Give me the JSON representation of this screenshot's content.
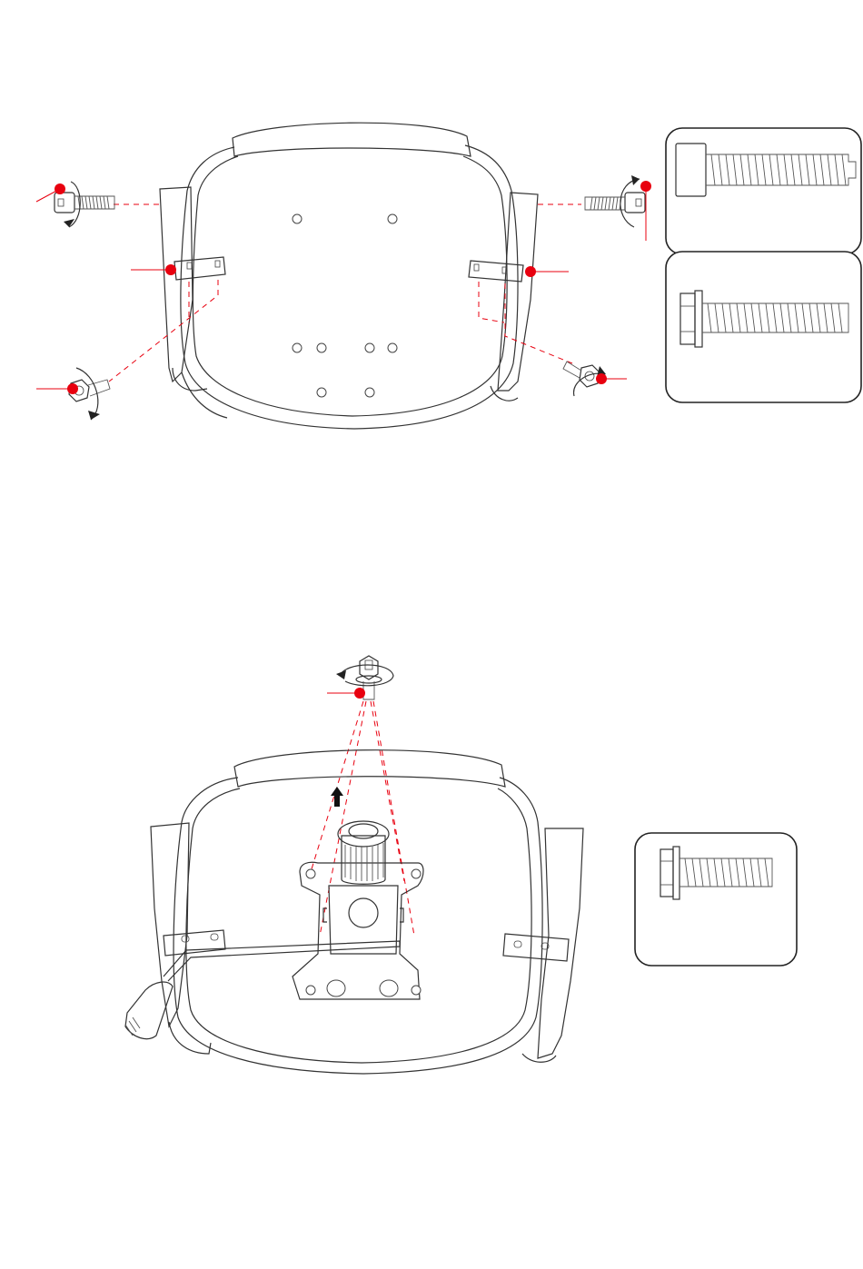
{
  "colors": {
    "marker": "#e8000f",
    "guide": "#e8000f",
    "line": "#333333",
    "arrow": "#111111",
    "background": "#ffffff"
  },
  "steps": [
    {
      "name": "seat-and-armrest-attachment",
      "callout_count": 6,
      "parts": [
        "socket-cap-bolt",
        "flange-hex-bolt"
      ]
    },
    {
      "name": "mechanism-attachment",
      "callout_count": 1,
      "parts": [
        "flange-hex-bolt"
      ]
    }
  ],
  "icons": [
    "rotate-arrow-icon",
    "up-arrow-icon",
    "callout-dot-icon"
  ]
}
